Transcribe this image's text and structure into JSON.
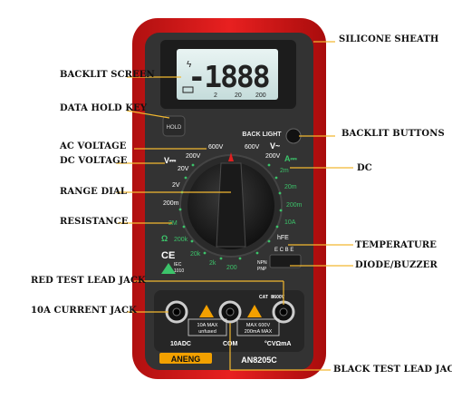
{
  "callouts": {
    "silicone_sheath": "SILICONE SHEATH",
    "backlit_screen": "BACKLIT SCREEN",
    "data_hold_key": "DATA HOLD KEY",
    "backlit_buttons": "BACKLIT BUTTONS",
    "ac_voltage": "AC VOLTAGE",
    "dc_voltage": "DC VOLTAGE",
    "dc": "DC",
    "range_dial": "RANGE DIAL",
    "resistance": "RESISTANCE",
    "temperature": "TEMPERATURE",
    "diode_buzzer": "DIODE/BUZZER",
    "red_test_lead_jack": "RED TEST LEAD JACK",
    "ten_a_current_jack": "10A CURRENT JACK",
    "black_test_lead_jack": "BLACK TEST LEAD JACK"
  },
  "display": {
    "digits": "-1888",
    "scale_2": "2",
    "scale_20": "20",
    "scale_200": "200"
  },
  "panel": {
    "hold": "HOLD",
    "back_light": "BACK LIGHT",
    "v_ac_left": "600V",
    "v_ac_right": "600V",
    "v_200_left": "200V",
    "v_200_right": "200V",
    "v_dc_sym": "V⎓",
    "v_ac_sym": "V~",
    "v_20": "20V",
    "v_2": "2V",
    "v_200m": "200m",
    "a_sym": "A⎓",
    "a_2m": "2m",
    "a_20m": "20m",
    "a_200m": "200m",
    "a_10": "10A",
    "ohm_sym": "Ω",
    "r_2m": "2M",
    "r_200k": "200k",
    "r_20k": "20k",
    "r_2k": "2k",
    "r_200": "200",
    "hfe": "hFE",
    "ecbe": "E C B E",
    "npn": "NPN",
    "pnp": "PNP",
    "iec": "IEC",
    "iec_year": "1010",
    "ce": "CE",
    "cat": "CAT",
    "cat_rating": "Ⅱ600V",
    "warn_10a_1": "10A MAX",
    "warn_10a_2": "unfused",
    "warn_com_1": "MAX 600V",
    "warn_com_2": "200mA MAX",
    "jack_10adc": "10ADC",
    "jack_com": "COM",
    "jack_v": "°CVΩmA",
    "brand": "ANENG",
    "model": "AN8205C"
  }
}
